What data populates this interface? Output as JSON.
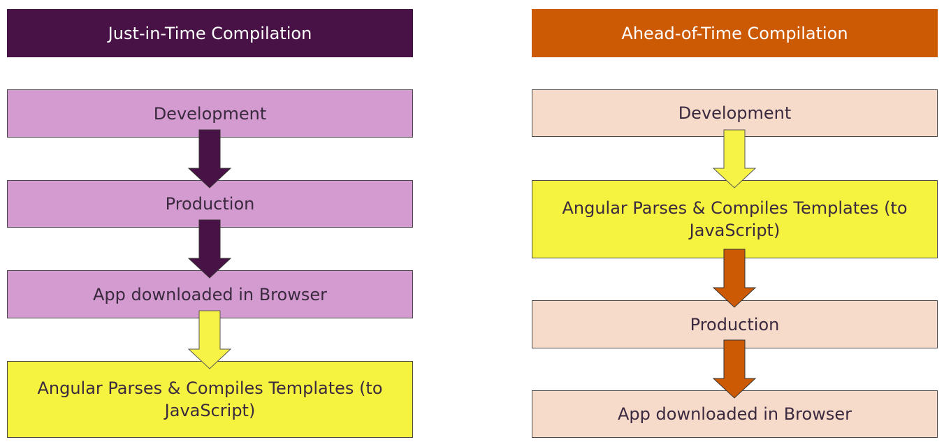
{
  "jit": {
    "title": "Just-in-Time Compilation",
    "steps": [
      "Development",
      "Production",
      "App downloaded in Browser",
      "Angular Parses & Compiles Templates (to JavaScript)"
    ]
  },
  "aot": {
    "title": "Ahead-of-Time Compilation",
    "steps": [
      "Development",
      "Angular Parses & Compiles Templates (to JavaScript)",
      "Production",
      "App downloaded in Browser"
    ]
  },
  "colors": {
    "jit_header": "#481246",
    "jit_step": "#d39bd0",
    "jit_arrow": "#481246",
    "aot_header": "#cc5a05",
    "aot_step": "#f6dbcb",
    "aot_arrow": "#cc5a05",
    "compile_step": "#f5f33f",
    "compile_arrow": "#f7f346"
  }
}
